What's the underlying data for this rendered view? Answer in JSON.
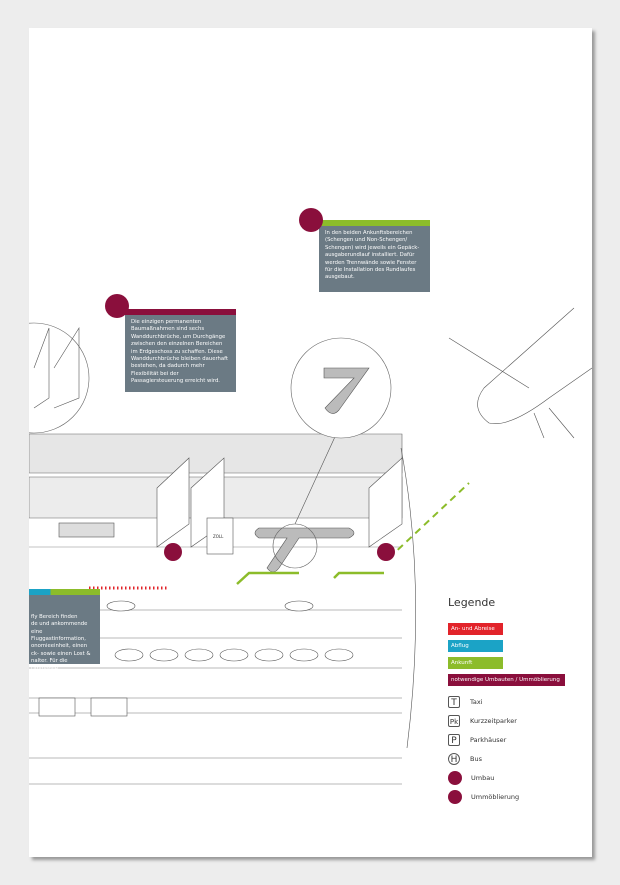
{
  "callouts": {
    "arrival": "In den beiden Ankunftsbereichen (Schengen und Non-Schengen/ Schengen) wird jeweils ein Gepäck­ausgaberundlauf installiert. Dafür werden Trennwände sowie Fenster für die Installation des Rundlaufes ausgebaut.",
    "walls": "Die einzigen permanenten Baumaßnahmen sind sechs Wanddurchbrüche, um Durchgänge zwischen den einzelnen Bereichen im Erdgeschoss zu schaffen. Diese Wanddurchbrüche bleiben dauerhaft bestehen, da dadurch mehr Flexibilität bei der Passagiersteuerung erreicht wird.",
    "left": "fly Bereich finden\nde und ankommende\neine Fluggastinformation,\nonomieeinheit, einen\nck- sowie einen Lost &\nnalter. Für die Ummöblie-\nden Trennwände aus Glas"
  },
  "illustration": {
    "zoll_label": "ZOLL"
  },
  "legend": {
    "title": "Legende",
    "bars": [
      {
        "label": "An- und Abreise",
        "color": "#e2232a"
      },
      {
        "label": "Abflug",
        "color": "#1ba3c6"
      },
      {
        "label": "Ankunft",
        "color": "#8cbc2a"
      },
      {
        "label": "notwendige Umbauten / Ummöblierung",
        "color": "#8a0f3c"
      }
    ],
    "items": [
      {
        "symbol": "T",
        "label": "Taxi"
      },
      {
        "symbol": "Pk",
        "label": "Kurzzeitparker"
      },
      {
        "symbol": "P",
        "label": "Parkhäuser"
      },
      {
        "symbol": "H",
        "label": "Bus"
      },
      {
        "icon": "drill-icon",
        "label": "Umbau"
      },
      {
        "icon": "furniture-icon",
        "label": "Ummöblierung"
      }
    ]
  }
}
